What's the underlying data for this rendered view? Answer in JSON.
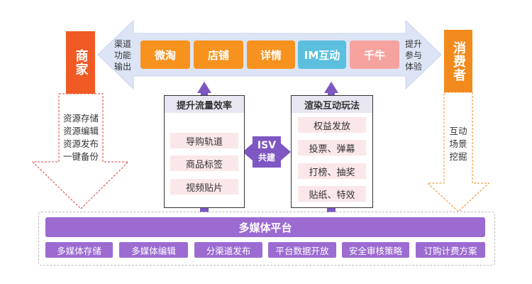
{
  "merchant": {
    "label": "商家",
    "actions": [
      "资源存储",
      "资源编辑",
      "资源发布",
      "一键备份"
    ]
  },
  "consumer": {
    "label": "消费者",
    "actions": [
      "互动",
      "场景",
      "挖掘"
    ]
  },
  "left_arrow_label": [
    "渠道",
    "功能",
    "输出"
  ],
  "right_arrow_label": [
    "提升",
    "参与",
    "体验"
  ],
  "channel_pills": [
    {
      "label": "微淘",
      "color": "#f7921e"
    },
    {
      "label": "店铺",
      "color": "#f7921e"
    },
    {
      "label": "详情",
      "color": "#f7921e"
    },
    {
      "label": "IM互动",
      "color": "#5bc0de"
    },
    {
      "label": "千牛",
      "color": "#f6a3a0"
    }
  ],
  "traffic_panel": {
    "title": "提升流量效率",
    "items": [
      "导购轨道",
      "商品标签",
      "视频贴片"
    ]
  },
  "interaction_panel": {
    "title": "渲染互动玩法",
    "items": [
      "权益发放",
      "投票、弹幕",
      "打榜、抽奖",
      "贴纸、特效"
    ]
  },
  "isv": {
    "line1": "ISV",
    "line2": "共建"
  },
  "platform": {
    "title": "多媒体平台",
    "features": [
      "多媒体存储",
      "多媒体编辑",
      "分渠道发布",
      "平台数据开放",
      "安全审核策略",
      "订购计费方案"
    ]
  },
  "colors": {
    "purple": "#9c6bd1",
    "arrow_light": "#dde4f6",
    "merchant": "#f15a24",
    "consumer": "#f28a1c"
  }
}
